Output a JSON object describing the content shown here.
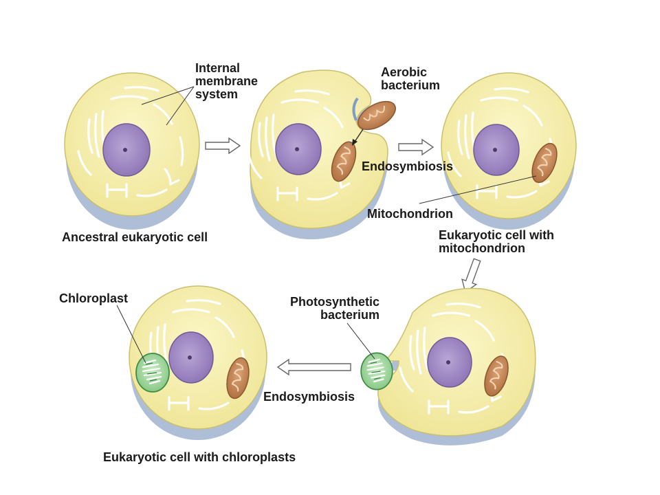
{
  "labels": {
    "internal_membrane": [
      "Internal",
      "membrane",
      "system"
    ],
    "aerobic_bacterium": [
      "Aerobic",
      "bacterium"
    ],
    "endosymbiosis_1": "Endosymbiosis",
    "mitochondrion": "Mitochondrion",
    "ancestral_cell": "Ancestral eukaryotic cell",
    "euk_with_mito": [
      "Eukaryotic cell with",
      "mitochondrion"
    ],
    "chloroplast": "Chloroplast",
    "photosynthetic_bacterium": [
      "Photosynthetic",
      "bacterium"
    ],
    "endosymbiosis_2": "Endosymbiosis",
    "euk_with_chloro": "Eukaryotic cell with chloroplasts"
  },
  "colors": {
    "cytoplasm": "#f7efa6",
    "cell_shadow": "#9fb3cf",
    "nucleus": "#a58fc4",
    "mitochondrion": "#c98a55",
    "chloroplast": "#8ccf8a",
    "membrane": "#ffffff"
  }
}
